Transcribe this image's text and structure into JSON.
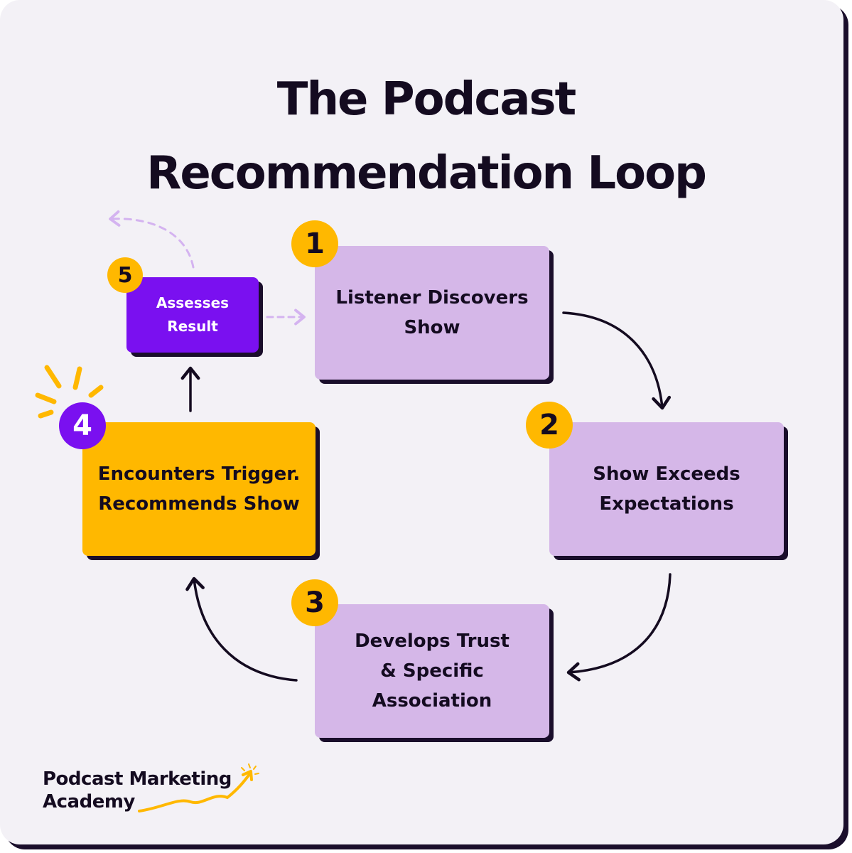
{
  "title": {
    "line1": "The Podcast",
    "line2": "Recommendation Loop"
  },
  "steps": [
    {
      "number": "1",
      "label": "Listener Discovers Show"
    },
    {
      "number": "2",
      "label": "Show Exceeds Expectations"
    },
    {
      "number": "3",
      "label": "Develops Trust & Specific Association"
    },
    {
      "number": "4",
      "label": "Encounters Trigger. Recommends Show"
    },
    {
      "number": "5",
      "label": "Assesses Result"
    }
  ],
  "logo": {
    "line1": "Podcast Marketing",
    "line2": "Academy"
  },
  "colors": {
    "background": "#f3f1f6",
    "lilac": "#d5b7e8",
    "gold": "#ffb800",
    "violet": "#7a10f0",
    "ink": "#140b20",
    "dashed": "#d4b3f0"
  }
}
